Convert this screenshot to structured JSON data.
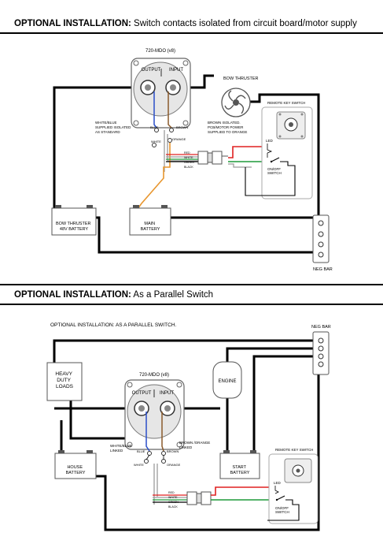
{
  "section1": {
    "title_bold": "OPTIONAL INSTALLATION:",
    "title_rest": " Switch contacts isolated from circuit board/motor supply",
    "model": "720-MDO (v8)",
    "output": "OUTPUT",
    "input": "INPUT",
    "bow_thruster": "BOW THRUSTER",
    "remote_key_switch": "REMOTE KEY SWITCH",
    "blue": "BLUE",
    "brown": "BROWN",
    "white": "WHITE",
    "orange": "ORANGE",
    "white_blue_note": [
      "WHITE/BLUE",
      "SUPPLIED ISOLATED",
      "AS STANDARD"
    ],
    "brown_note": [
      "BROWN ISOLATED.",
      "PCB/MOTOR POWER",
      "SUPPLIED TO ORANGE"
    ],
    "wire_labels": [
      "RED",
      "WHITE",
      "GREEN",
      "BLACK"
    ],
    "led": "LED",
    "onoff": [
      "ON/OFF",
      "SWITCH"
    ],
    "bow_battery": [
      "BOW THRUSTER",
      "48V BATTERY"
    ],
    "main_battery": [
      "MAIN",
      "BATTERY"
    ],
    "neg_bar": "NEG BAR"
  },
  "section2": {
    "title_bold": "OPTIONAL INSTALLATION:",
    "title_rest": " As a Parallel Switch",
    "subtitle": "OPTIONAL INSTALLATION: AS A PARALLEL SWITCH.",
    "neg_bar": "NEG BAR",
    "heavy_loads": [
      "HEAVY",
      "DUTY",
      "LOADS"
    ],
    "engine": "ENGINE",
    "model": "720-MDO (v8)",
    "output": "OUTPUT",
    "input": "INPUT",
    "white_blue_note": [
      "WHITE/BLUE",
      "LINKED"
    ],
    "brown_orange_note": [
      "BROWN /ORANGE",
      "LINKED"
    ],
    "blue": "BLUE",
    "brown": "BROWN",
    "white": "WHITE",
    "orange": "ORANGE",
    "house_battery": [
      "HOUSE",
      "BATTERY"
    ],
    "start_battery": [
      "START",
      "BATTERY"
    ],
    "remote_key_switch": "REMOTE KEY SWITCH",
    "led": "LED",
    "onoff": [
      "ON/OFF",
      "SWITCH"
    ],
    "wire_labels": [
      "RED",
      "WHITE",
      "GREEN",
      "BLACK"
    ]
  },
  "colors": {
    "blue": "#2a4fc9",
    "brown": "#8a5a2b",
    "orange": "#e8962e",
    "red": "#e02020",
    "green": "#1e9a3a",
    "black": "#000000",
    "grey": "#9a9a9a"
  }
}
